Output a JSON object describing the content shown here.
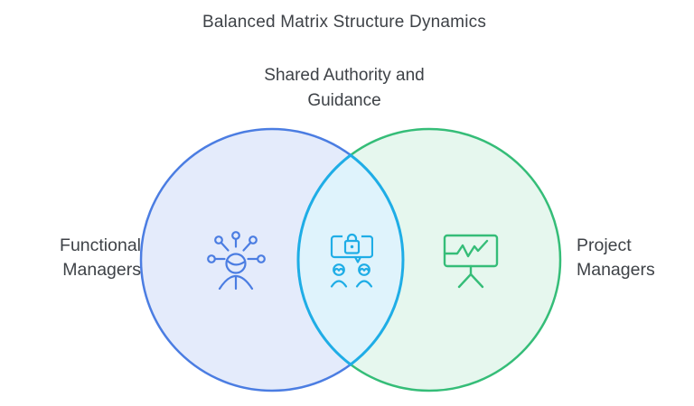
{
  "title": "Balanced Matrix Structure Dynamics",
  "venn": {
    "overlap_heading_line1": "Shared Authority and",
    "overlap_heading_line2": "Guidance",
    "left_label_line1": "Functional",
    "left_label_line2": "Managers",
    "right_label_line1": "Project",
    "right_label_line2": "Managers",
    "left_icon": "network-person-icon",
    "overlap_icon": "secure-chat-people-icon",
    "right_icon": "presentation-chart-icon",
    "colors": {
      "left_stroke": "#4b7de2",
      "left_fill": "#e4ebfb",
      "right_stroke": "#35bd78",
      "right_fill": "#e6f7ee",
      "overlap_stroke": "#1fade6",
      "overlap_fill": "#dff3fc",
      "text": "#3e4247"
    }
  }
}
